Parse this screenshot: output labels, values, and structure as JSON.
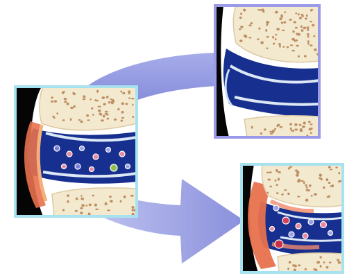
{
  "colors": {
    "background": "#ffffff",
    "arrow": "#8e95dd",
    "arrow_shadow": "#6f77c8",
    "frame_blue": "#9a9ae8",
    "frame_cyan": "#a8e2ee",
    "bone": "#f3e9cf",
    "bone_pore": "#bf8f63",
    "bone_edge": "#dcc9a2",
    "joint_space": "#17308f",
    "joint_space_dark": "#0c1a5a",
    "cartilage": "#dce8f5",
    "membrane_inflamed": "#e8714e",
    "tissue_pink": "#f0a9b7",
    "black": "#050505"
  },
  "panels": [
    {
      "id": "left",
      "state": "inflamed",
      "frame": "frame_cyan"
    },
    {
      "id": "top-right",
      "state": "healthy",
      "frame": "frame_blue"
    },
    {
      "id": "bottom-right",
      "state": "severe",
      "frame": "frame_cyan"
    }
  ],
  "arrows": [
    {
      "id": "curved-arrow",
      "from": "left",
      "to": "top-right"
    },
    {
      "id": "big-arrow",
      "from": "left",
      "to": "bottom-right"
    }
  ]
}
